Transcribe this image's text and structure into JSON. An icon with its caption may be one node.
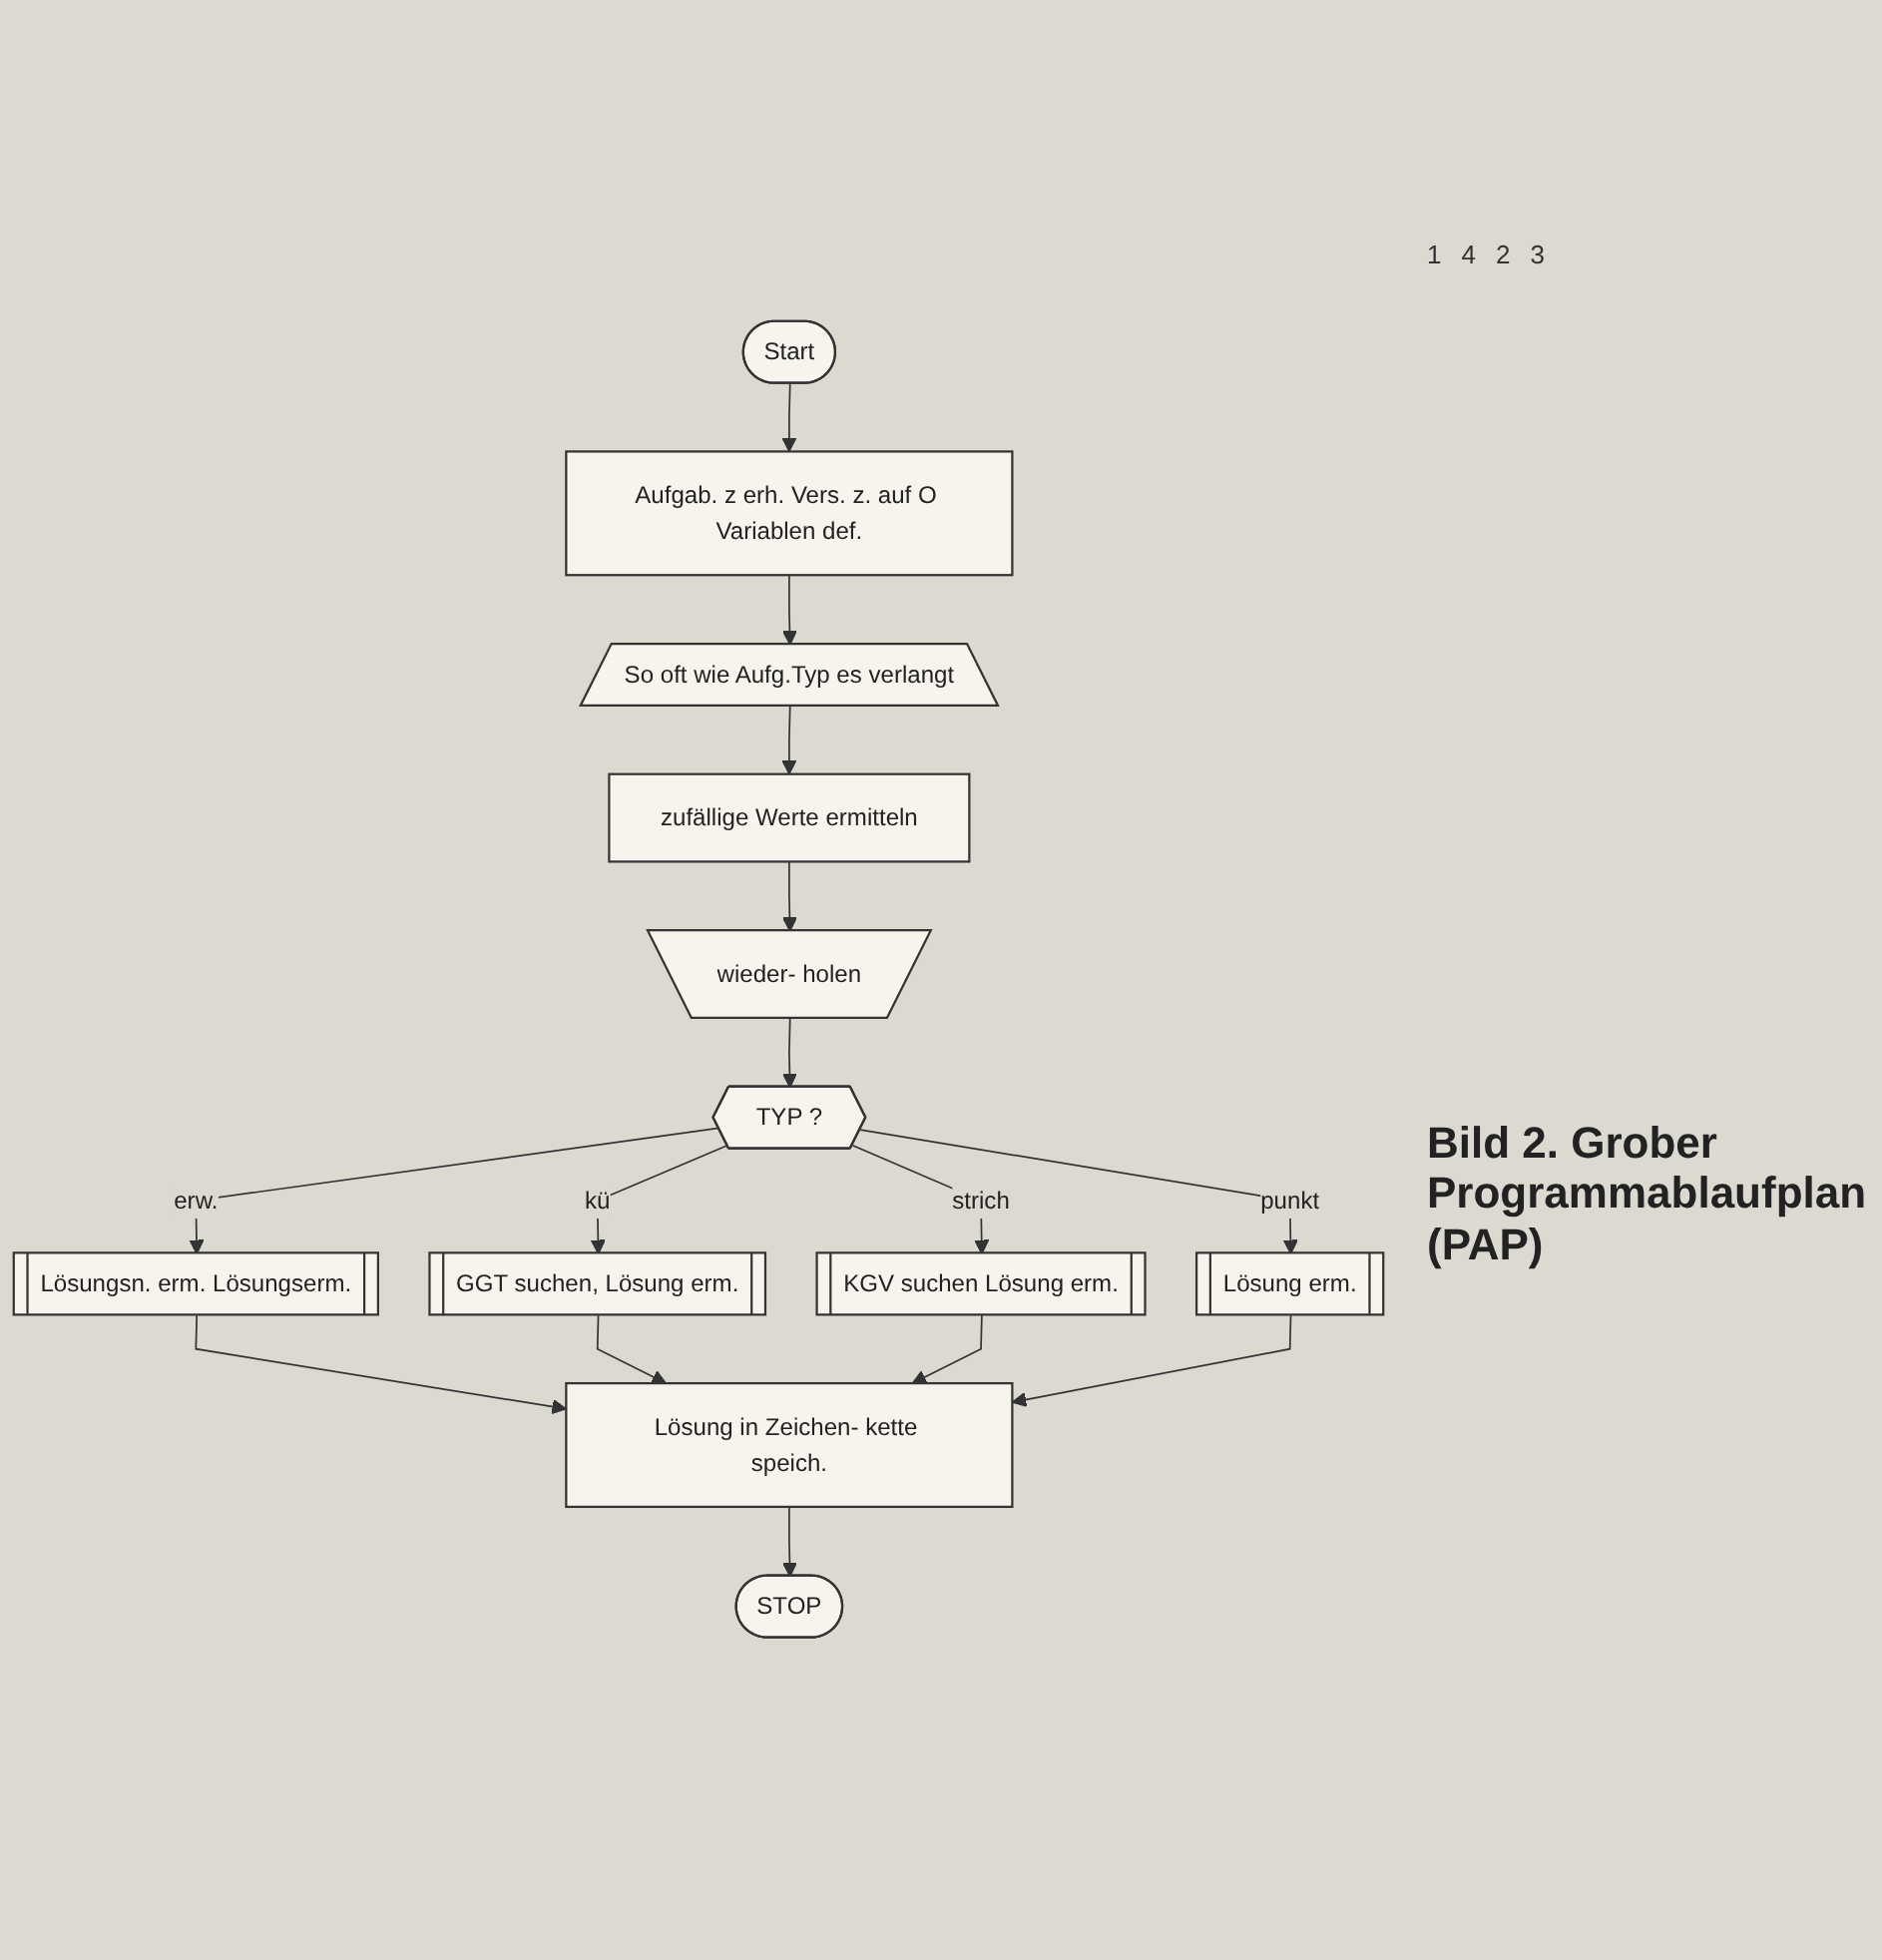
{
  "diagram": {
    "caption": "Bild 2. Grober Programmablaufplan (PAP)",
    "nodes": [
      {
        "text": [
          "Start"
        ]
      },
      {
        "text": [
          "Aufgab. z erh. Vers. z. auf O Variablen def."
        ]
      },
      {
        "text": [
          "So oft wie Aufg.Typ es verlangt"
        ]
      },
      {
        "text": [
          "zufällige Werte ermitteln"
        ]
      },
      {
        "text": [
          "wieder- holen"
        ]
      },
      {
        "text": [
          "TYP ?"
        ]
      },
      {
        "text": [
          "Lösungsn. erm. Lösungserm."
        ]
      },
      {
        "text": [
          "GGT suchen, Lösung erm."
        ]
      },
      {
        "text": [
          "KGV suchen Lösung erm."
        ]
      },
      {
        "text": [
          "Lösung erm."
        ]
      },
      {
        "text": [
          "Lösung in Zeichen- kette speich."
        ]
      },
      {
        "text": [
          "STOP"
        ]
      }
    ],
    "edges": [
      {
        "from": 0,
        "to": 1,
        "arrow": "to"
      },
      {
        "from": 1,
        "to": 2,
        "arrow": "to"
      },
      {
        "from": 2,
        "to": 3,
        "arrow": "to"
      },
      {
        "from": 3,
        "to": 4,
        "arrow": "to"
      },
      {
        "from": 4,
        "to": 5,
        "arrow": "to"
      },
      {
        "from": 5,
        "to": 6,
        "arrow": "to",
        "label": "erw."
      },
      {
        "from": 5,
        "to": 7,
        "arrow": "to",
        "label": "kü"
      },
      {
        "from": 5,
        "to": 8,
        "arrow": "to",
        "label": "strich"
      },
      {
        "from": 5,
        "to": 9,
        "arrow": "to",
        "label": "punkt"
      },
      {
        "from": 6,
        "to": 10,
        "arrow": "to"
      },
      {
        "from": 7,
        "to": 10,
        "arrow": "to"
      },
      {
        "from": 8,
        "to": 10,
        "arrow": "to"
      },
      {
        "from": 9,
        "to": 10,
        "arrow": "to"
      },
      {
        "from": 10,
        "to": 11,
        "arrow": "to"
      }
    ],
    "labels": [
      "1",
      "4",
      "2",
      "3"
    ]
  }
}
